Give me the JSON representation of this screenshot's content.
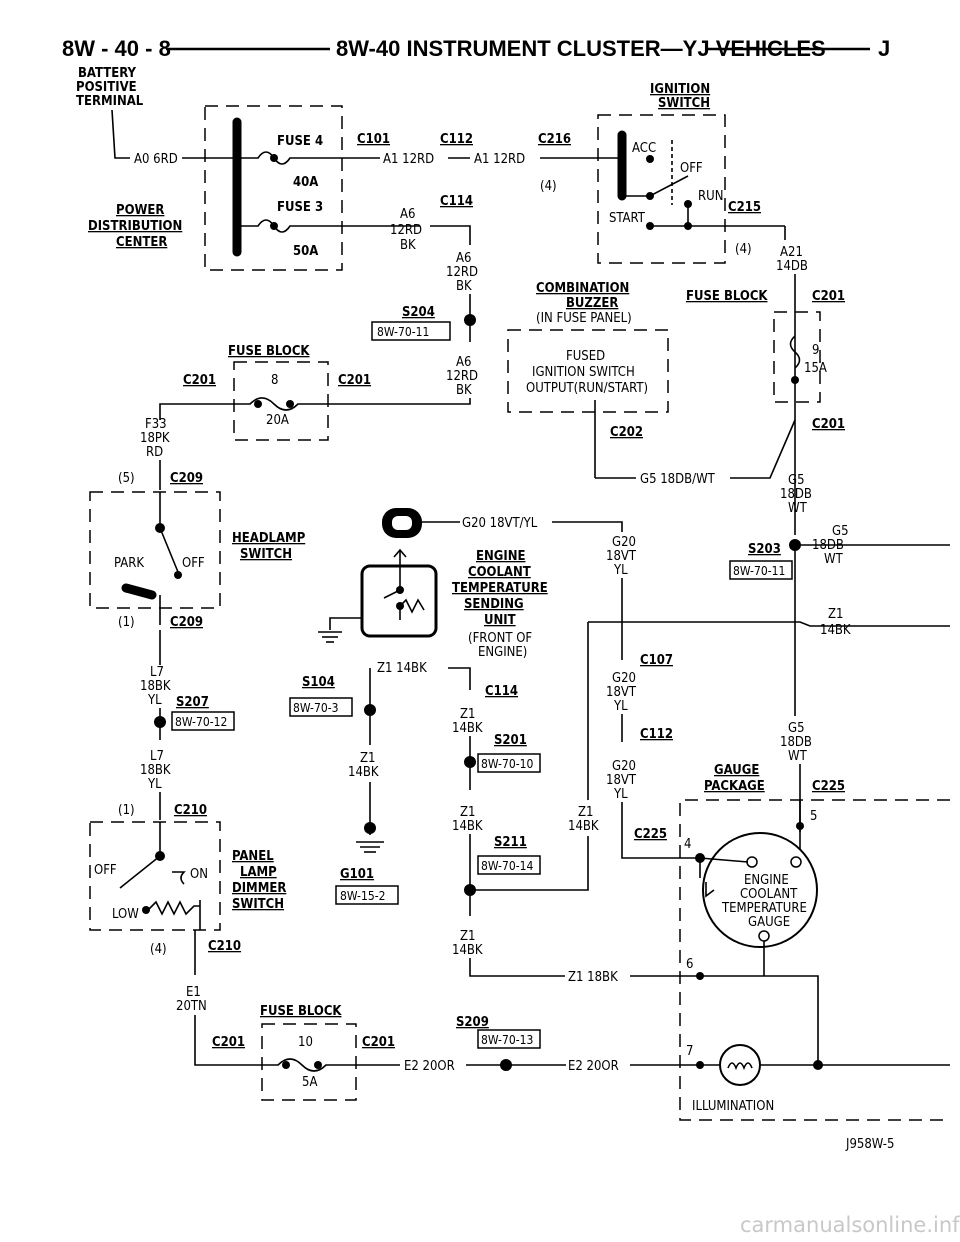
{
  "header": {
    "page": "8W - 40 - 8",
    "title": "8W-40 INSTRUMENT CLUSTER—YJ VEHICLES",
    "section": "J"
  },
  "labels": {
    "battery_1": "BATTERY",
    "battery_2": "POSITIVE",
    "battery_3": "TERMINAL",
    "ignition_1": "IGNITION",
    "ignition_2": "SWITCH",
    "pdc_1": "POWER",
    "pdc_2": "DISTRIBUTION",
    "pdc_3": "CENTER",
    "fuse4": "FUSE 4",
    "amp40": "40A",
    "fuse3": "FUSE 3",
    "amp50": "50A",
    "acc": "ACC",
    "off": "OFF",
    "run": "RUN",
    "start": "START",
    "buzzer_1": "COMBINATION",
    "buzzer_2": "BUZZER",
    "buzzer_3": "(IN FUSE PANEL)",
    "fused_1": "FUSED",
    "fused_2": "IGNITION SWITCH",
    "fused_3": "OUTPUT(RUN/START)",
    "fuse_block": "FUSE BLOCK",
    "headlamp_1": "HEADLAMP",
    "headlamp_2": "SWITCH",
    "park": "PARK",
    "sender_1": "ENGINE",
    "sender_2": "COOLANT",
    "sender_3": "TEMPERATURE",
    "sender_4": "SENDING",
    "sender_5": "UNIT",
    "sender_6": "(FRONT OF",
    "sender_7": "ENGINE)",
    "dimmer_1": "PANEL",
    "dimmer_2": "LAMP",
    "dimmer_3": "DIMMER",
    "dimmer_4": "SWITCH",
    "on": "ON",
    "low": "LOW",
    "gauge_pkg_1": "GAUGE",
    "gauge_pkg_2": "PACKAGE",
    "gauge_1": "ENGINE",
    "gauge_2": "COOLANT",
    "gauge_3": "TEMPERATURE",
    "gauge_4": "GAUGE",
    "illumination": "ILLUMINATION",
    "figure_id": "J958W-5"
  },
  "connectors": {
    "c101": "C101",
    "c112": "C112",
    "c216": "C216",
    "c114": "C114",
    "c215": "C215",
    "c201": "C201",
    "c202": "C202",
    "c209": "C209",
    "c107": "C107",
    "c225": "C225",
    "c210": "C210",
    "s204": "S204",
    "s203": "S203",
    "s104": "S104",
    "s207": "S207",
    "s201": "S201",
    "s211": "S211",
    "s209": "S209",
    "g101": "G101"
  },
  "refs": {
    "r11": "8W-70-11",
    "r3": "8W-70-3",
    "r12": "8W-70-12",
    "r10": "8W-70-10",
    "r14": "8W-70-14",
    "r13": "8W-70-13",
    "r152": "8W-15-2"
  },
  "fuses": {
    "f8": "8",
    "a20": "20A",
    "f9": "9",
    "a15": "15A",
    "f10": "10",
    "a5": "5A"
  },
  "pins": {
    "p4": "(4)",
    "p5": "(5)",
    "p1": "(1)",
    "g4": "4",
    "g5": "5",
    "g6": "6",
    "g7": "7"
  },
  "wires": {
    "a0": "A0 6RD",
    "a1a": "A1 12RD",
    "a1b": "A1 12RD",
    "a6": "A6",
    "rd12": "12RD",
    "bk": "BK",
    "a21": "A21",
    "db14": "14DB",
    "f33": "F33",
    "pk18": "18PK",
    "rd": "RD",
    "g5_long": "G5 18DB/WT",
    "g5": "G5",
    "db18": "18DB",
    "wt": "WT",
    "g20_long": "G20 18VT/YL",
    "g20": "G20",
    "vt18": "18VT",
    "yl": "YL",
    "z1": "Z1",
    "bk14": "14BK",
    "z1_long": "Z1 14BK",
    "l7": "L7",
    "bk18": "18BK",
    "e1": "E1",
    "tn20": "20TN",
    "e2": "E2 20OR",
    "z1_18bk": "Z1 18BK"
  },
  "watermark": "carmanualsonline.info"
}
